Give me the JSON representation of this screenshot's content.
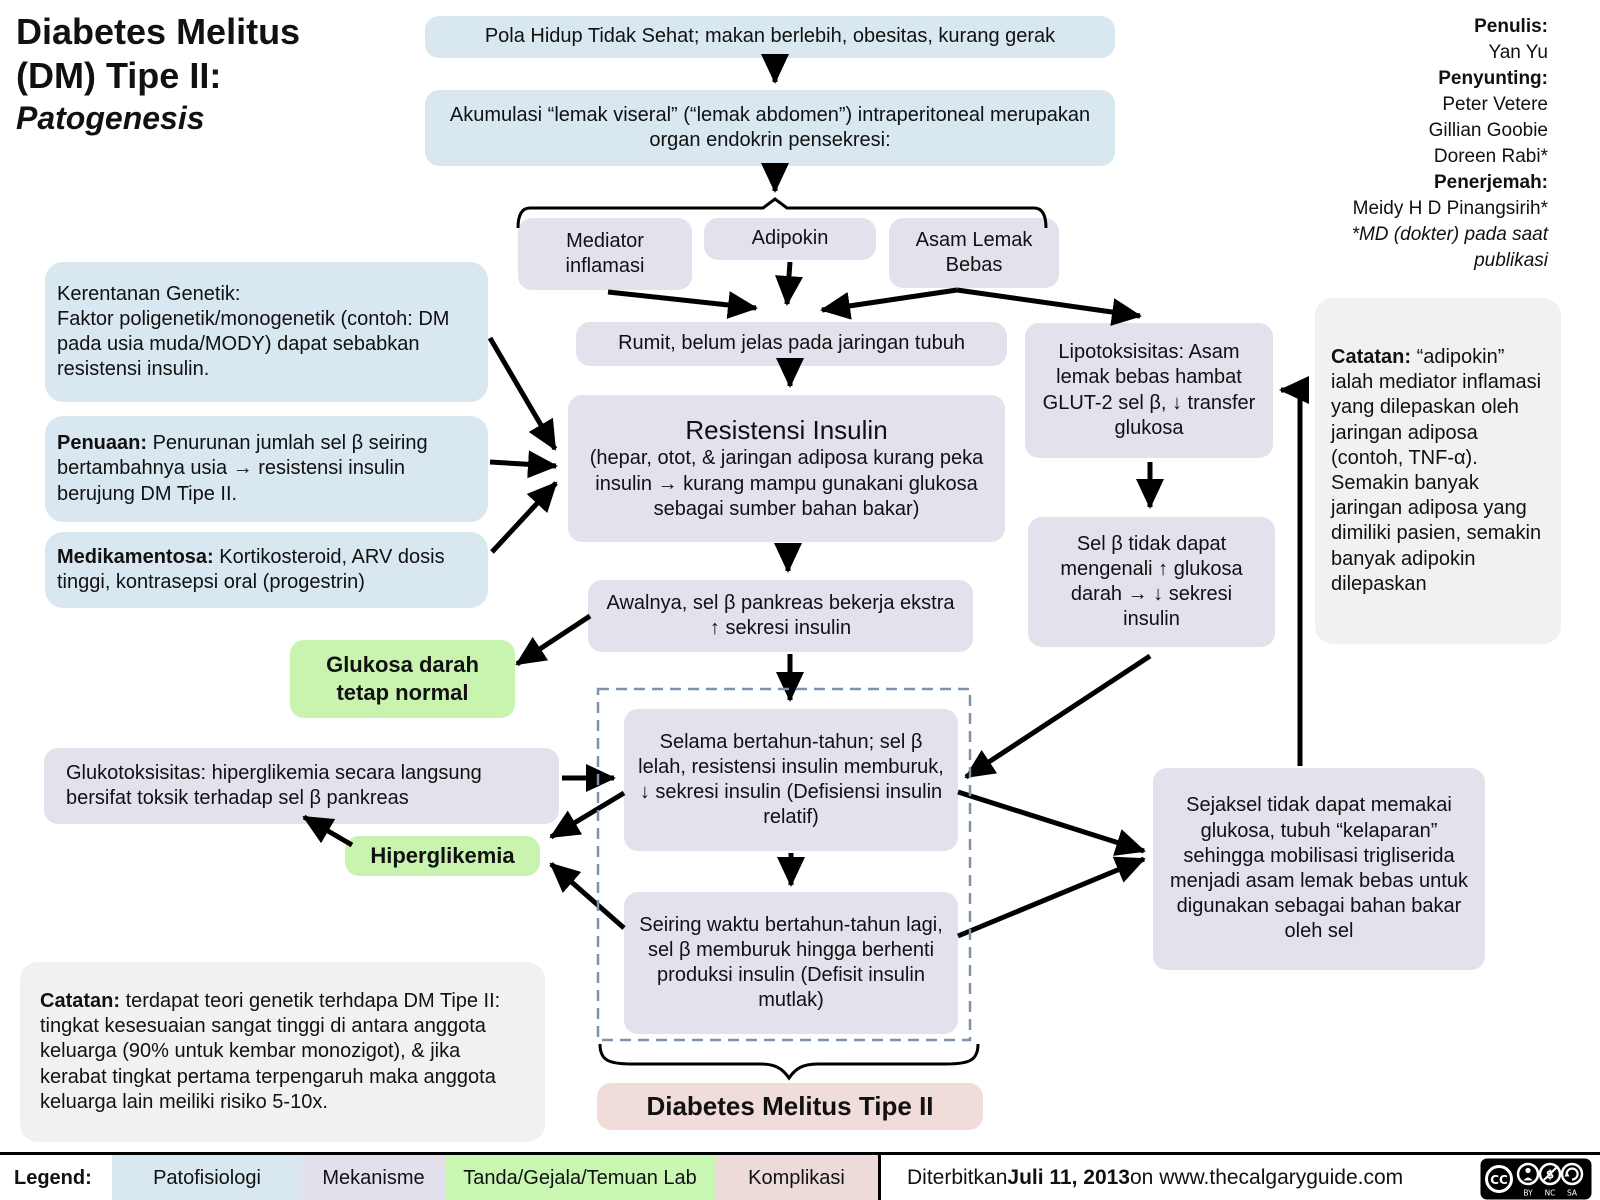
{
  "title": {
    "line1": "Diabetes Melitus",
    "line2": "(DM) Tipe II:",
    "subtitle": "Patogenesis"
  },
  "credits": [
    {
      "text": "Penulis:"
    },
    {
      "text": "Yan Yu"
    },
    {
      "text": "Penyunting:"
    },
    {
      "text": "Peter Vetere"
    },
    {
      "text": "Gillian Goobie"
    },
    {
      "text": "Doreen Rabi*"
    },
    {
      "text": "Penerjemah:"
    },
    {
      "text": "Meidy H D Pinangsirih*"
    },
    {
      "text": "*MD (dokter) pada saat publikasi"
    }
  ],
  "flow": {
    "pola_hidup": "Pola Hidup Tidak Sehat; makan berlebih, obesitas, kurang gerak",
    "akumulasi": "Akumulasi “lemak viseral” (“lemak abdomen”) intraperitoneal merupakan organ endokrin pensekresi:",
    "mediator": "Mediator inflamasi",
    "adipokin": "Adipokin",
    "asam_lemak": "Asam Lemak Bebas",
    "rumit": "Rumit, belum jelas pada jaringan tubuh",
    "resistensi_title": "Resistensi Insulin",
    "resistensi_detail": "(hepar, otot, & jaringan adiposa kurang peka insulin → kurang mampu gunakani glukosa sebagai sumber bahan bakar)",
    "awalnya": "Awalnya, sel β pankreas bekerja ekstra ↑ sekresi insulin",
    "glukosa_normal": "Glukosa darah tetap normal",
    "glukotoksisitas": "Glukotoksisitas: hiperglikemia secara langsung bersifat toksik terhadap sel β pankreas",
    "hiperglikemia": "Hiperglikemia",
    "selama": "Selama bertahun-tahun; sel β lelah, resistensi insulin memburuk, ↓ sekresi insulin (Defisiensi insulin relatif)",
    "seiring": "Seiring waktu bertahun-tahun lagi, sel β memburuk hingga berhenti produksi insulin (Defisit insulin mutlak)",
    "lipotoksisitas": "Lipotoksisitas: Asam lemak bebas hambat GLUT-2 sel β, ↓ transfer glukosa",
    "sel_beta": "Sel β tidak dapat mengenali ↑ glukosa darah → ↓ sekresi insulin",
    "sejaksel": "Sejaksel tidak dapat memakai glukosa, tubuh “kelaparan” sehingga mobilisasi trigliserida menjadi asam lemak bebas untuk digunakan sebagai bahan bakar oleh sel",
    "dm_tipe2": "Diabetes Melitus Tipe II",
    "kerentanan_label": "Kerentanan Genetik:",
    "kerentanan_text": "Faktor poligenetik/monogenetik (contoh: DM pada usia muda/MODY) dapat sebabkan resistensi insulin.",
    "penuaan_label": "Penuaan:",
    "penuaan_text": " Penurunan jumlah sel β seiring bertambahnya usia → resistensi insulin berujung DM Tipe II.",
    "medikamentosa_label": "Medikamentosa:",
    "medikamentosa_text": " Kortikosteroid, ARV dosis tinggi, kontrasepsi oral (progestrin)"
  },
  "notes": {
    "catatan_label": "Catatan:",
    "adipokin_note": " “adipokin” ialah mediator inflamasi yang dilepaskan oleh jaringan adiposa (contoh, TNF-α). Semakin banyak jaringan adiposa yang dimiliki pasien, semakin banyak adipokin dilepaskan",
    "genetik_note": " terdapat teori genetik terhdapa DM Tipe II: tingkat kesesuaian sangat tinggi di antara anggota keluarga (90% untuk kembar monozigot), & jika kerabat tingkat pertama terpengaruh maka anggota keluarga lain meiliki risiko 5-10x."
  },
  "legend": {
    "label": "Legend:",
    "items": [
      {
        "text": "Patofisiologi",
        "color": "#d9e7f1"
      },
      {
        "text": "Mekanisme",
        "color": "#e3dfeb"
      },
      {
        "text": "Tanda/Gejala/Temuan Lab",
        "color": "#c9f6b2"
      },
      {
        "text": "Komplikasi",
        "color": "#eddbd9"
      }
    ],
    "publish_prefix": "Diterbitkan ",
    "publish_date": "Juli 11, 2013",
    "publish_suffix": " on www.thecalgaryguide.com",
    "cc_label_by": "BY",
    "cc_label_nc": "NC",
    "cc_label_sa": "SA"
  },
  "colors": {
    "pathophysiology_blue": "#d9e7f1",
    "mechanism_lavender": "#e4e0ec",
    "sign_green": "#c8f4b0",
    "complication_pink": "#f0dcd9",
    "note_gray": "#f1f1f1",
    "arrow_black": "#000000",
    "dashed_border": "#7e93ab"
  }
}
